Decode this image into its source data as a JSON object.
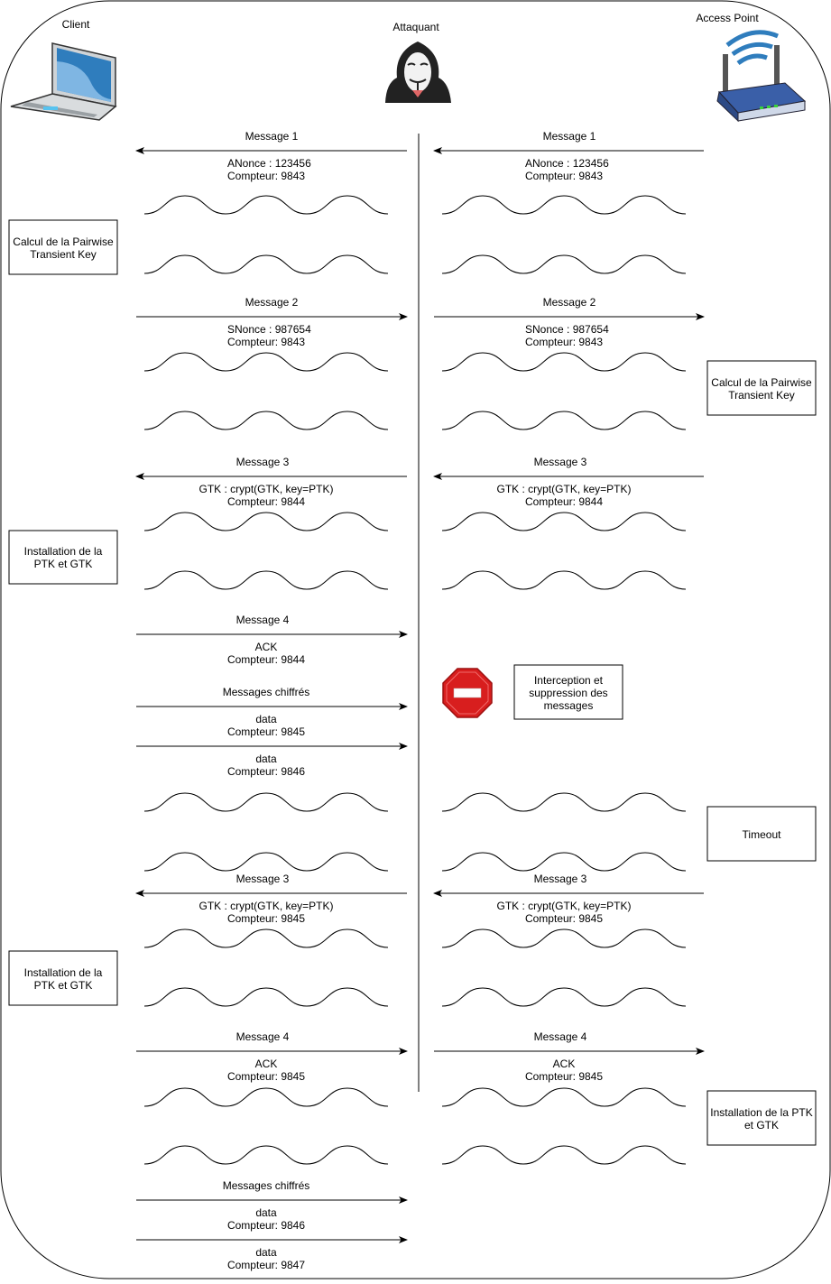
{
  "actors": {
    "client": "Client",
    "attacker": "Attaquant",
    "ap": "Access Point"
  },
  "sequence": {
    "m1_left": {
      "title": "Message 1",
      "l1": "ANonce : 123456",
      "l2": "Compteur: 9843"
    },
    "m1_right": {
      "title": "Message 1",
      "l1": "ANonce : 123456",
      "l2": "Compteur: 9843"
    },
    "m2_left": {
      "title": "Message 2",
      "l1": "SNonce : 987654",
      "l2": "Compteur: 9843"
    },
    "m2_right": {
      "title": "Message 2",
      "l1": "SNonce : 987654",
      "l2": "Compteur: 9843"
    },
    "m3a_left": {
      "title": "Message 3",
      "l1": "GTK : crypt(GTK, key=PTK)",
      "l2": "Compteur: 9844"
    },
    "m3a_right": {
      "title": "Message 3",
      "l1": "GTK : crypt(GTK, key=PTK)",
      "l2": "Compteur: 9844"
    },
    "m4a_left": {
      "title": "Message 4",
      "l1": "ACK",
      "l2": "Compteur: 9844"
    },
    "enc1": {
      "title": "Messages chiffrés",
      "l1": "data",
      "l2": "Compteur: 9845"
    },
    "enc1b": {
      "l1": "data",
      "l2": "Compteur: 9846"
    },
    "m3b_left": {
      "title": "Message 3",
      "l1": "GTK : crypt(GTK, key=PTK)",
      "l2": "Compteur: 9845"
    },
    "m3b_right": {
      "title": "Message 3",
      "l1": "GTK : crypt(GTK, key=PTK)",
      "l2": "Compteur: 9845"
    },
    "m4b_left": {
      "title": "Message 4",
      "l1": "ACK",
      "l2": "Compteur: 9845"
    },
    "m4b_right": {
      "title": "Message 4",
      "l1": "ACK",
      "l2": "Compteur: 9845"
    },
    "enc2": {
      "title": "Messages chiffrés",
      "l1": "data",
      "l2": "Compteur: 9846"
    },
    "enc2b": {
      "l1": "data",
      "l2": "Compteur: 9847"
    }
  },
  "boxes": {
    "ptk_client_1": "Calcul de la Pairwise",
    "ptk_client_2": "Transient Key",
    "ptk_ap_1": "Calcul de la Pairwise",
    "ptk_ap_2": "Transient Key",
    "inst_client_a_1": "Installation  de la",
    "inst_client_a_2": "PTK et GTK",
    "intercept_1": "Interception et",
    "intercept_2": "suppression des",
    "intercept_3": "messages",
    "timeout": "Timeout",
    "inst_client_b_1": "Installation  de la",
    "inst_client_b_2": "PTK et GTK",
    "inst_ap_1": "Installation de la PTK",
    "inst_ap_2": "et GTK"
  },
  "icons": {
    "client": "laptop-icon",
    "attacker": "anonymous-mask-icon",
    "ap": "wifi-router-icon",
    "block": "no-entry-icon"
  },
  "colors": {
    "laptop_screen": "#2f7dbd",
    "router_body": "#3a5fa8",
    "wifi_waves": "#2f7dbd",
    "no_entry": "#d81e1e"
  }
}
